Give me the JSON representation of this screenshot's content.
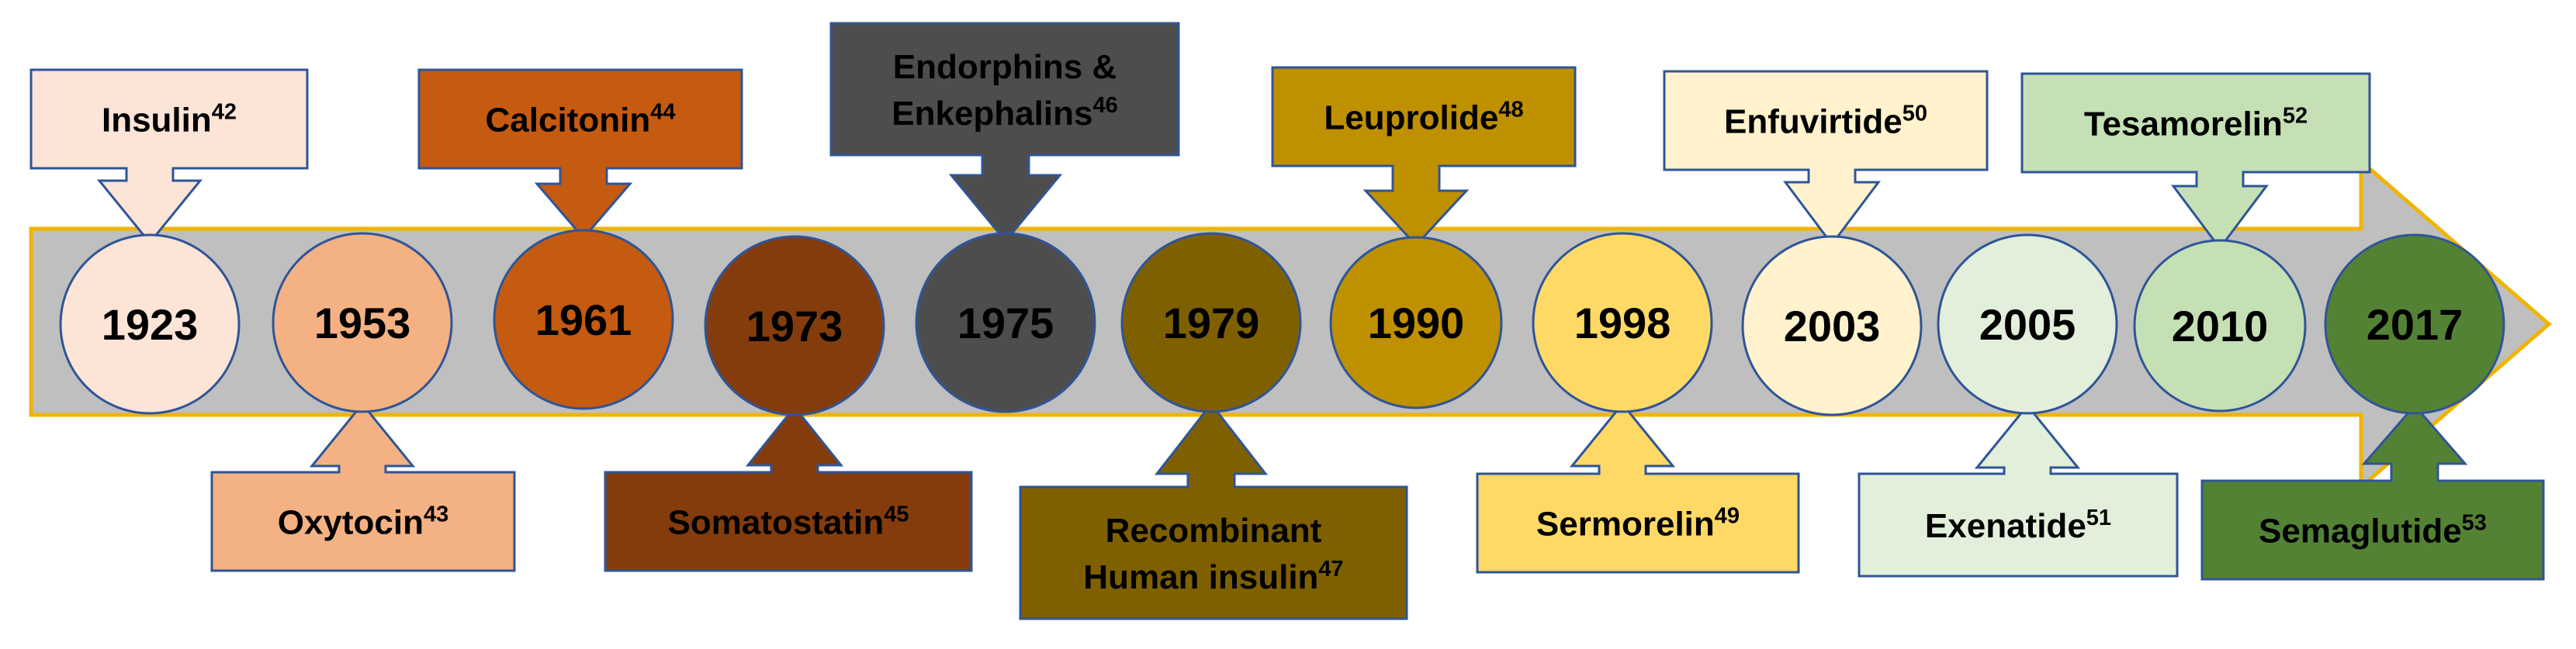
{
  "arrow": {
    "fill": "#bfbfbf",
    "outline": "#f0b400"
  },
  "events": [
    {
      "year": "1923",
      "name": "Insulin",
      "ref": "42",
      "color": "#fce4d6",
      "side": "top"
    },
    {
      "year": "1953",
      "name": "Oxytocin",
      "ref": "43",
      "color": "#f4b183",
      "side": "bottom"
    },
    {
      "year": "1961",
      "name": "Calcitonin",
      "ref": "44",
      "color": "#c55a11",
      "side": "top"
    },
    {
      "year": "1973",
      "name": "Somatostatin",
      "ref": "45",
      "color": "#843c0c",
      "side": "bottom"
    },
    {
      "year": "1975",
      "name": "Endorphins & Enkephalins",
      "lines": [
        "Endorphins &",
        "Enkephalins"
      ],
      "ref": "46",
      "color": "#4d4d4d",
      "side": "top"
    },
    {
      "year": "1979",
      "name": "Recombinant Human insulin",
      "lines": [
        "Recombinant",
        "Human insulin"
      ],
      "ref": "47",
      "color": "#7f6000",
      "side": "bottom"
    },
    {
      "year": "1990",
      "name": "Leuprolide",
      "ref": "48",
      "color": "#bf9000",
      "side": "top"
    },
    {
      "year": "1998",
      "name": "Sermorelin",
      "ref": "49",
      "color": "#ffd966",
      "side": "bottom"
    },
    {
      "year": "2003",
      "name": "Enfuvirtide",
      "ref": "50",
      "color": "#fff2cc",
      "side": "top"
    },
    {
      "year": "2005",
      "name": "Exenatide",
      "ref": "51",
      "color": "#e2efda",
      "side": "bottom"
    },
    {
      "year": "2010",
      "name": "Tesamorelin",
      "ref": "52",
      "color": "#c5e0b4",
      "side": "top"
    },
    {
      "year": "2017",
      "name": "Semaglutide",
      "ref": "53",
      "color": "#548235",
      "side": "bottom"
    }
  ]
}
